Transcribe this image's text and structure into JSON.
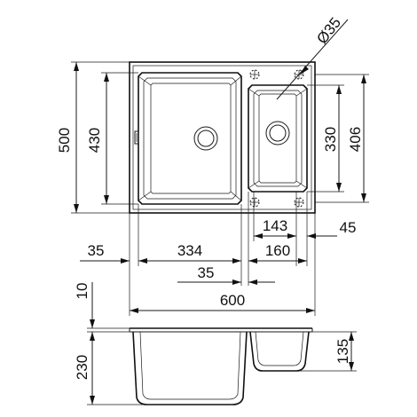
{
  "drawing": {
    "dims": {
      "width_total": "600",
      "height_total": "500",
      "main_bowl_height": "430",
      "small_bowl_outer_height": "406",
      "small_bowl_inner_height": "330",
      "left_margin": "35",
      "main_bowl_width": "334",
      "bowl_gap": "35",
      "small_bowl_inner_width": "143",
      "small_bowl_outer_width": "160",
      "right_margin": "45",
      "tap_hole_diameter": "Ø35",
      "rim_thickness": "10",
      "main_depth": "230",
      "small_depth": "135"
    }
  }
}
